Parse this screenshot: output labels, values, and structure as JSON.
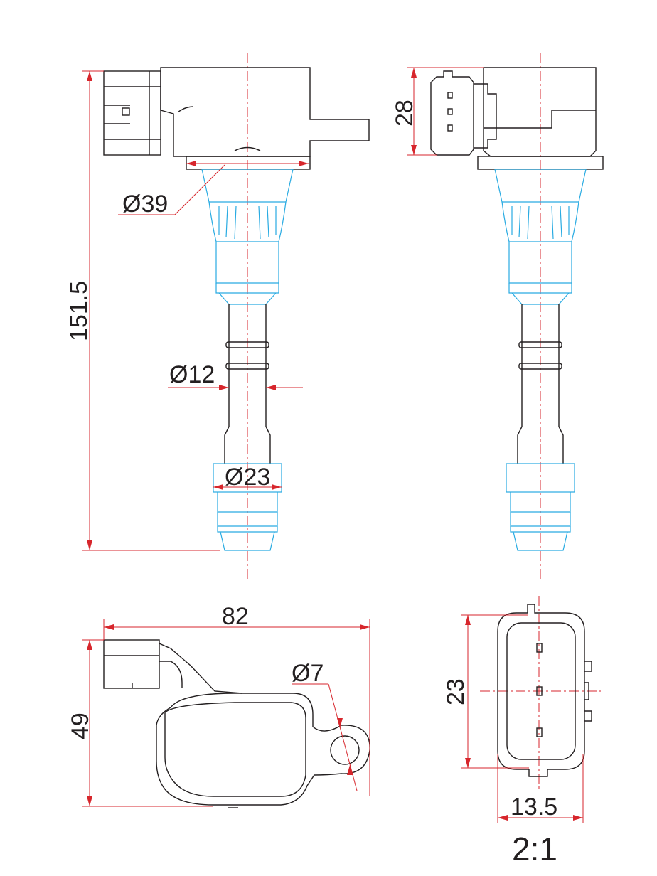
{
  "dimensions": {
    "d39": "Ø39",
    "length": "151.5",
    "d12": "Ø12",
    "d23": "Ø23",
    "h28": "28",
    "w82": "82",
    "h49": "49",
    "d7": "Ø7",
    "h23": "23",
    "w135": "13.5"
  },
  "scale": "2:1",
  "colors": {
    "outline": "#231f20",
    "boot": "#29abe2",
    "dimension": "#d7262c"
  }
}
